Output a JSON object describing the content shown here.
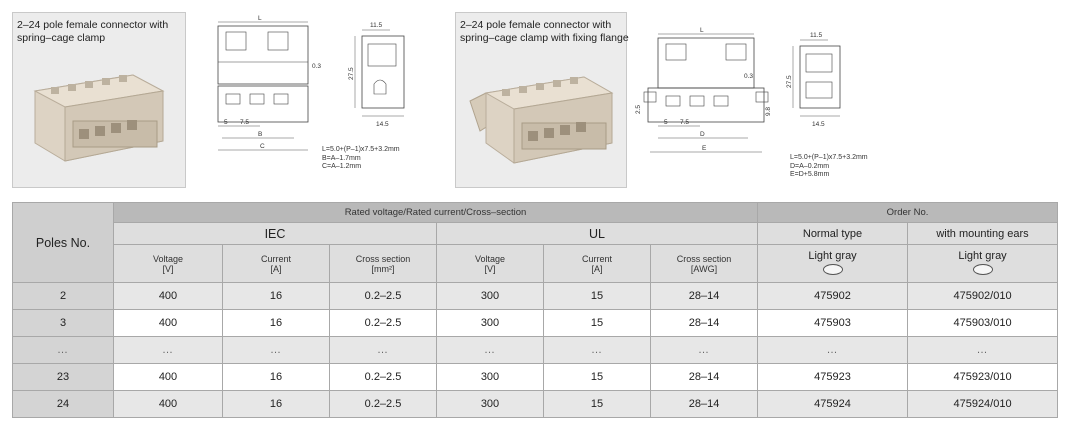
{
  "products": [
    {
      "caption_lines": [
        "2–24 pole female connector with",
        "spring–cage clamp"
      ],
      "dimension_labels": {
        "L": "L",
        "w_top": "11.5",
        "h_side": "27.5",
        "gap": "0.3",
        "w_bottom": "14.5",
        "p1": "5",
        "p2": "7.5",
        "B": "B",
        "C": "C"
      },
      "formula_lines": [
        "L=5.0+(P–1)x7.5+3.2mm",
        "B=A–1.7mm",
        "C=A–1.2mm"
      ]
    },
    {
      "caption_lines": [
        "2–24 pole female connector with",
        "spring–cage clamp with fixing flange"
      ],
      "dimension_labels": {
        "L": "L",
        "w_top": "11.5",
        "h_side": "27.5",
        "gap": "0.3",
        "w_bottom": "14.5",
        "p1": "5",
        "p2": "7.5",
        "h_left": "2.5",
        "h_right": "9.8",
        "D": "D",
        "E": "E"
      },
      "formula_lines": [
        "L=5.0+(P–1)x7.5+3.2mm",
        "D=A–0.2mm",
        "E=D+5.8mm"
      ]
    }
  ],
  "table": {
    "poles_header": "Poles No.",
    "rated_header": "Rated voltage/Rated current/Cross–section",
    "order_header": "Order No.",
    "iec": "IEC",
    "ul": "UL",
    "normal_type": "Normal type",
    "with_ears": "with mounting ears",
    "cols": [
      {
        "l1": "Voltage",
        "l2": "[V]"
      },
      {
        "l1": "Current",
        "l2": "[A]"
      },
      {
        "l1": "Cross section",
        "l2": "[mm²]"
      },
      {
        "l1": "Voltage",
        "l2": "[V]"
      },
      {
        "l1": "Current",
        "l2": "[A]"
      },
      {
        "l1": "Cross section",
        "l2": "[AWG]"
      }
    ],
    "color_label_1": "Light gray",
    "color_label_2": "Light gray",
    "rows": [
      [
        "2",
        "400",
        "16",
        "0.2–2.5",
        "300",
        "15",
        "28–14",
        "475902",
        "475902/010"
      ],
      [
        "3",
        "400",
        "16",
        "0.2–2.5",
        "300",
        "15",
        "28–14",
        "475903",
        "475903/010"
      ],
      [
        "…",
        "…",
        "…",
        "…",
        "…",
        "…",
        "…",
        "…",
        "…"
      ],
      [
        "23",
        "400",
        "16",
        "0.2–2.5",
        "300",
        "15",
        "28–14",
        "475923",
        "475923/010"
      ],
      [
        "24",
        "400",
        "16",
        "0.2–2.5",
        "300",
        "15",
        "28–14",
        "475924",
        "475924/010"
      ]
    ]
  }
}
